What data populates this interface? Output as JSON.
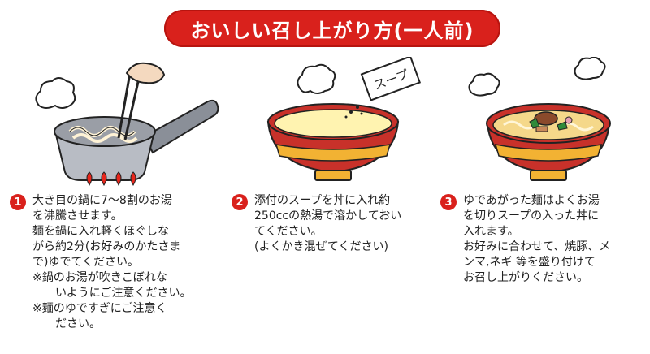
{
  "title": "おいしい召し上がり方(一人前)",
  "colors": {
    "accent": "#d9211c",
    "broth": "#fff3b0",
    "bowl_red": "#c8312a",
    "bowl_yellow": "#f2b233",
    "pot": "#b8bcc4"
  },
  "illustrations": {
    "step1": {
      "subject": "pot-with-noodles-icon"
    },
    "step2": {
      "subject": "bowl-with-soup-icon",
      "packet_label": "スープ"
    },
    "step3": {
      "subject": "bowl-with-ramen-icon"
    }
  },
  "steps": [
    {
      "number": "1",
      "lines": [
        "大き目の鍋に7〜8割のお湯",
        "を沸騰させます。",
        "麺を鍋に入れ軽くほぐしな",
        "がら約2分(お好みのかたさま",
        "で)ゆでてください。"
      ],
      "notes": [
        {
          "first": "※鍋のお湯が吹きこぼれな",
          "cont": "いようにご注意ください。"
        },
        {
          "first": "※麺のゆですぎにご注意く",
          "cont": "ださい。"
        }
      ]
    },
    {
      "number": "2",
      "lines": [
        "添付のスープを丼に入れ約",
        "250ccの熱湯で溶かしておい",
        "てください。",
        "(よくかき混ぜてください)"
      ]
    },
    {
      "number": "3",
      "lines": [
        "ゆであがった麺はよくお湯",
        "を切りスープの入った丼に",
        "入れます。",
        "お好みに合わせて、焼豚、メ",
        "ンマ,ネギ 等を盛り付けて",
        "お召し上がりください。"
      ]
    }
  ]
}
